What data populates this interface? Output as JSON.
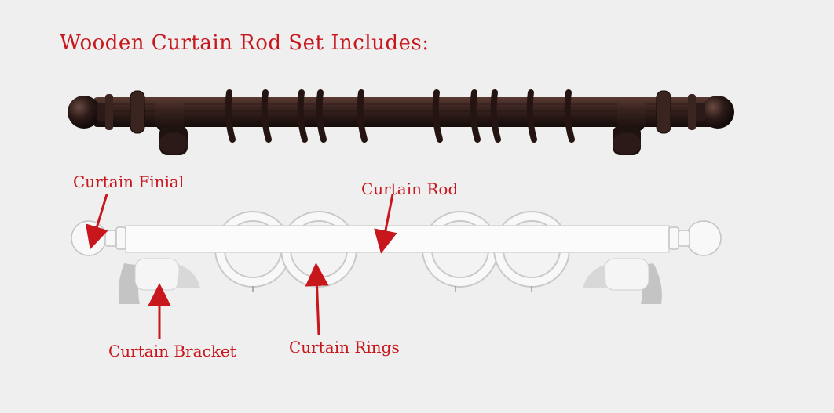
{
  "title": "Wooden Curtain Rod Set Includes:",
  "labels": {
    "finial": "Curtain Finial",
    "rod": "Curtain Rod",
    "bracket": "Curtain Bracket",
    "rings": "Curtain Rings"
  },
  "colors": {
    "label": "#c8161d",
    "rod_wood": "#2b1a17",
    "background": "#efefef"
  }
}
